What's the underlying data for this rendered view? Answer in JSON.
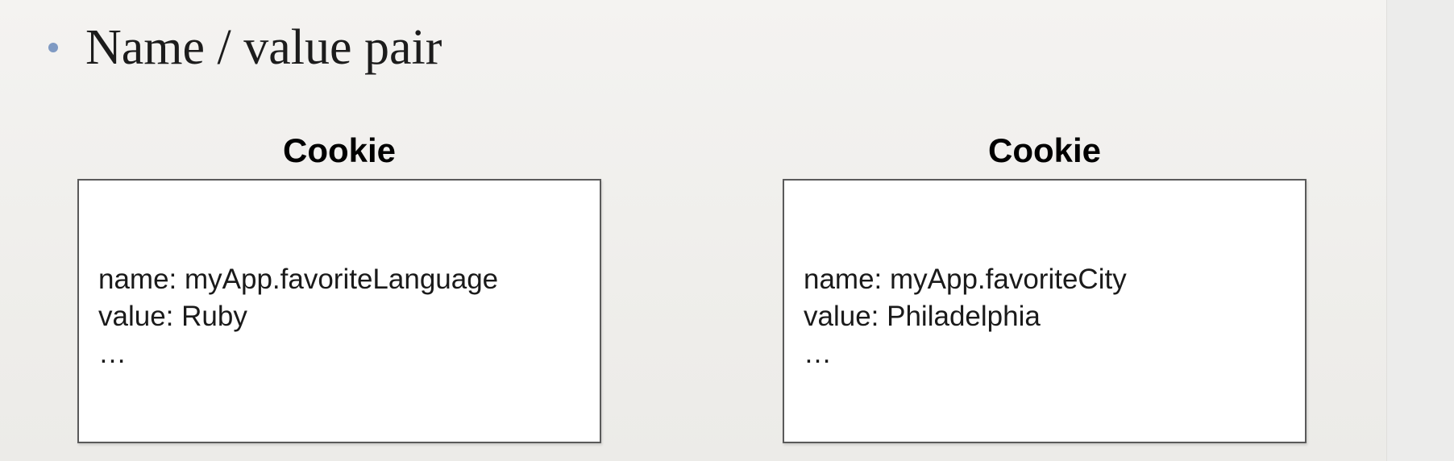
{
  "slide": {
    "bullet": "Name / value pair"
  },
  "cookies": [
    {
      "title": "Cookie",
      "name_line": "name: myApp.favoriteLanguage",
      "value_line": "value: Ruby",
      "ellipsis": "…"
    },
    {
      "title": "Cookie",
      "name_line": "name: myApp.favoriteCity",
      "value_line": "value: Philadelphia",
      "ellipsis": "…"
    }
  ],
  "colors": {
    "bullet": "#7f9ac3",
    "background": "#efeeec",
    "box_border": "#5a5a5a"
  }
}
